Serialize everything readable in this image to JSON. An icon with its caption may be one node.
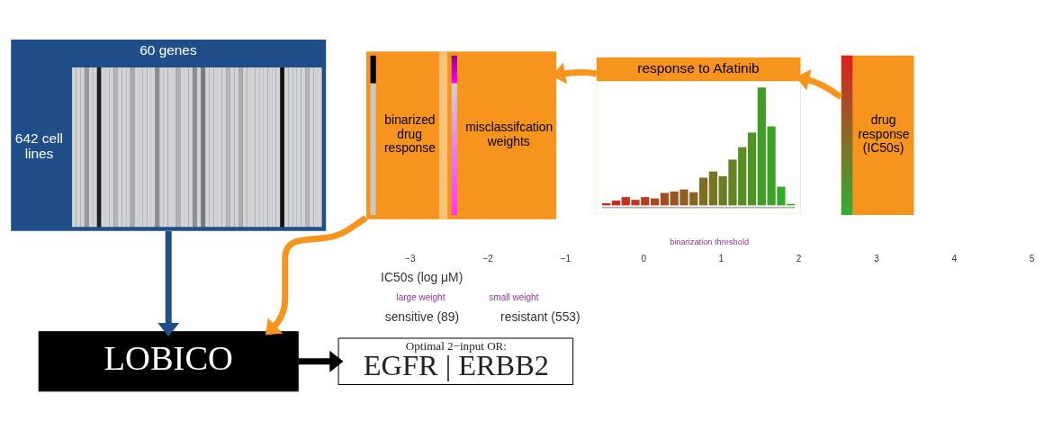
{
  "diagram": {
    "nodes": [
      {
        "text": [
          "60 genes",
          "642 cell lines"
        ]
      },
      {
        "text": [
          "binarized drug response",
          "misclassifcation weights"
        ]
      },
      {
        "text": [
          "response to Afatinib"
        ]
      },
      {
        "text": [
          "drug response (IC50s)"
        ]
      },
      {
        "text": [
          "LOBICO"
        ]
      },
      {
        "text": [
          "Optimal 2−input OR:",
          "EGFR | ERBB2"
        ]
      }
    ],
    "edges": [
      {
        "from": 3,
        "to": 2,
        "arrow": "to"
      },
      {
        "from": 2,
        "to": 1,
        "arrow": "to"
      },
      {
        "from": 0,
        "to": 4,
        "arrow": "to",
        "color": "#1f4e89"
      },
      {
        "from": 1,
        "to": 4,
        "arrow": "to"
      },
      {
        "from": 4,
        "to": 5,
        "arrow": "to",
        "color": "#000000"
      }
    ],
    "labels": [
      "binarization threshold",
      "−3",
      "−2",
      "−1",
      "0",
      "1",
      "2",
      "3",
      "4",
      "5",
      "IC50s (log μM)",
      "large weight",
      "small weight",
      "sensitive (89)",
      "resistant (553)"
    ]
  }
}
